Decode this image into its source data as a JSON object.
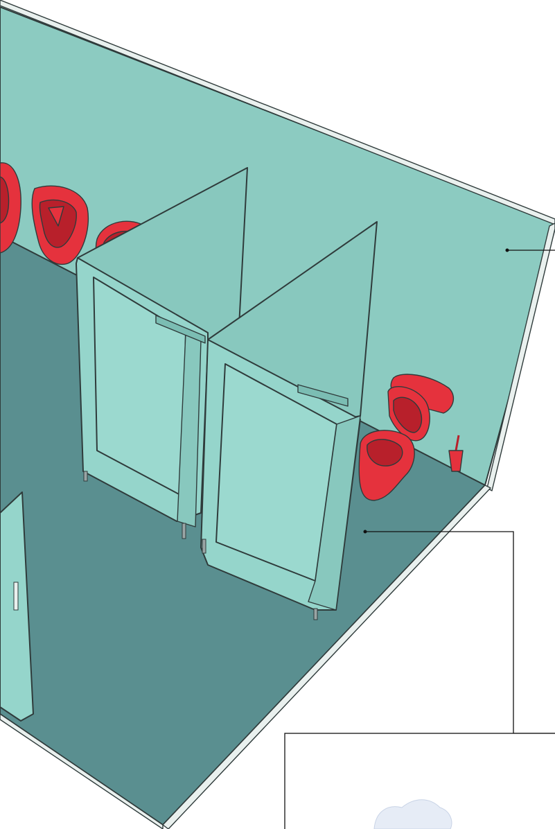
{
  "scene": {
    "description_free": true,
    "colors": {
      "wall": "#8ccbc1",
      "wall_dark": "#7bbdb3",
      "floor": "#5a8f90",
      "floor_edge": "#4f7f80",
      "wall_top": "#e9f0ee",
      "partition": "#88c8be",
      "partition_dark": "#78b8ae",
      "door": "#95d5cb",
      "fixture_red": "#e5323d",
      "fixture_red_dark": "#b8202b",
      "leg": "#9aa5a5",
      "leader_line": "#111111"
    },
    "icons": [
      "urinal-icon",
      "toilet-icon",
      "toilet-brush-icon"
    ],
    "urinal_count": 3,
    "toilet_count": 1,
    "stall_count": 2
  }
}
